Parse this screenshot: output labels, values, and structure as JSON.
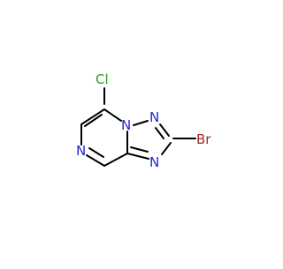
{
  "molecule": {
    "atoms": {
      "cl": {
        "label": "Cl",
        "color": "#23a11d"
      },
      "br": {
        "label": "Br",
        "color": "#a5282a"
      },
      "n_pyrazine": {
        "label": "N",
        "color": "#2323d8"
      },
      "n_bridge": {
        "label": "N",
        "color": "#2323d8"
      },
      "n_upper": {
        "label": "N",
        "color": "#2323d8"
      },
      "n_lower": {
        "label": "N",
        "color": "#2323d8"
      }
    },
    "bond_color": "#000000"
  }
}
